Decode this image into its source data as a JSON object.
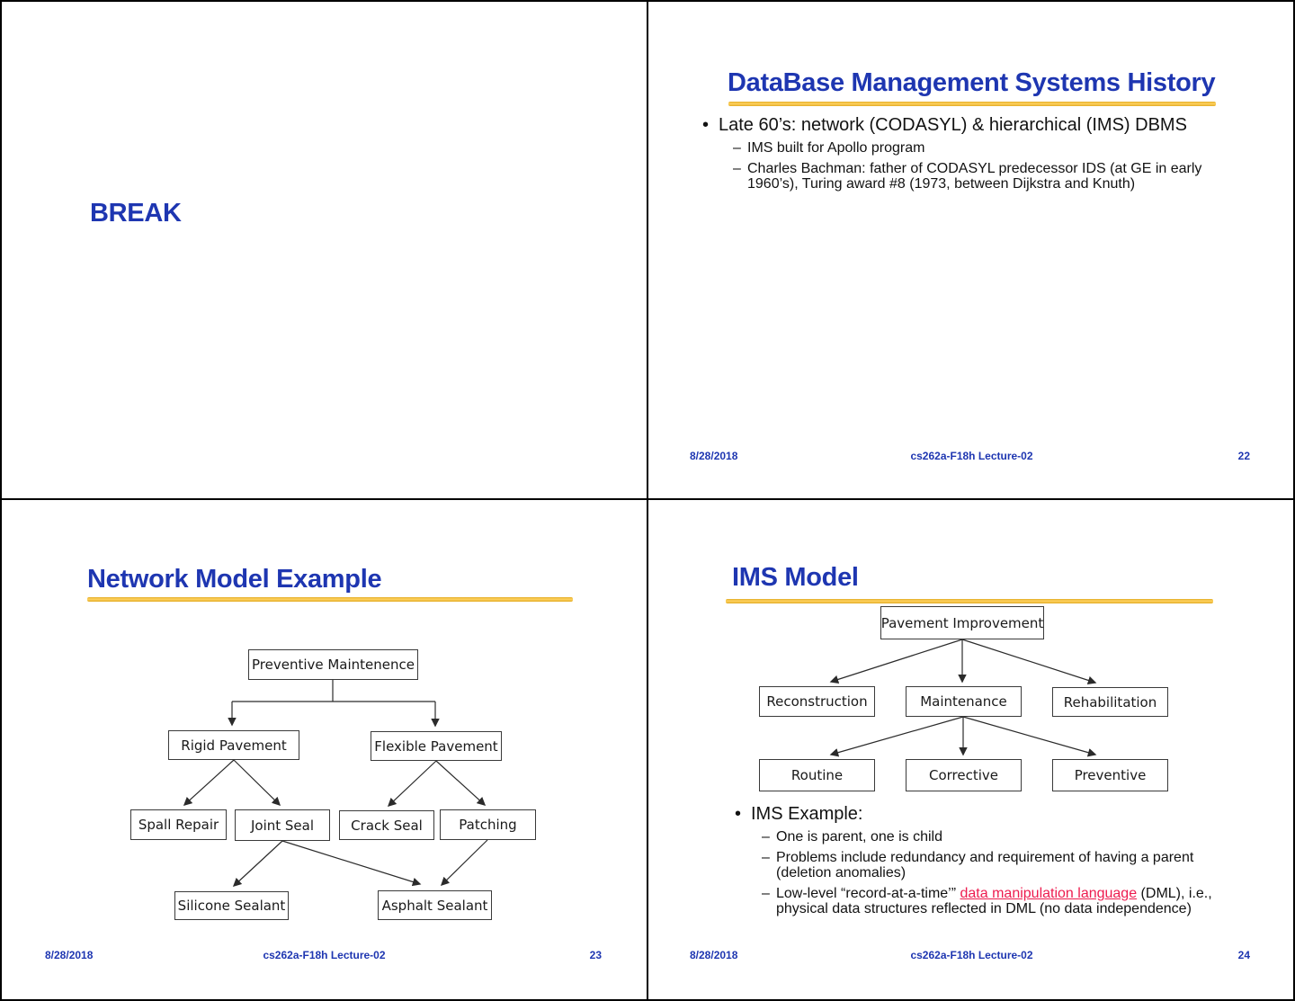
{
  "glyphs": {
    "bullet": "•",
    "dash": "–"
  },
  "colors": {
    "accent_blue": "#1e36b1",
    "underline_gold": "#f4c430",
    "link_red": "#ed1c4f",
    "diagram_line": "#2b2b2b"
  },
  "slide_break": {
    "title": "BREAK"
  },
  "slide_dbms": {
    "title": "DataBase Management Systems History",
    "bullet": "Late 60’s: network (CODASYL) & hierarchical (IMS) DBMS",
    "sub1": "IMS built for Apollo program",
    "sub2": "Charles Bachman: father of CODASYL predecessor IDS (at GE in early 1960’s), Turing award #8 (1973, between Dijkstra and Knuth)",
    "footer": {
      "date": "8/28/2018",
      "center": "cs262a-F18h Lecture-02",
      "page": "22"
    }
  },
  "slide_network": {
    "title": "Network Model Example",
    "nodes": {
      "root": "Preventive Maintenence",
      "rigid": "Rigid Pavement",
      "flexible": "Flexible Pavement",
      "spall": "Spall Repair",
      "joint": "Joint Seal",
      "crack": "Crack Seal",
      "patching": "Patching",
      "silicone": "Silicone Sealant",
      "asphalt": "Asphalt Sealant"
    },
    "footer": {
      "date": "8/28/2018",
      "center": "cs262a-F18h Lecture-02",
      "page": "23"
    }
  },
  "slide_ims": {
    "title": "IMS Model",
    "nodes": {
      "root": "Pavement Improvement",
      "reconstruction": "Reconstruction",
      "maintenance": "Maintenance",
      "rehabilitation": "Rehabilitation",
      "routine": "Routine",
      "corrective": "Corrective",
      "preventive": "Preventive"
    },
    "bullet": "IMS Example:",
    "sub1": "One is parent, one is child",
    "sub2": "Problems include redundancy and requirement of having a parent (deletion anomalies)",
    "sub3_pre": "Low-level “record-at-a-time’” ",
    "sub3_link": "data manipulation language",
    "sub3_post": " (DML), i.e., physical data structures reflected in DML (no data independence)",
    "footer": {
      "date": "8/28/2018",
      "center": "cs262a-F18h Lecture-02",
      "page": "24"
    }
  }
}
